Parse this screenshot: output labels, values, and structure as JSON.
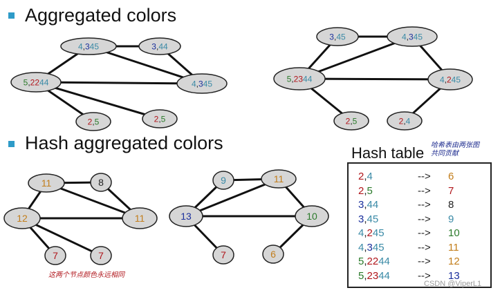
{
  "headings": {
    "aggregated": "Aggregated colors",
    "hash_aggregated": "Hash aggregated colors"
  },
  "colors": {
    "gray": "#222222",
    "red": "#b0151b",
    "green": "#2a7a2a",
    "blue": "#1a2f9c",
    "teal": "#3a8aa6",
    "orange": "#c27d1a",
    "node_fill": "#d6d6d6",
    "bullet": "#2e9bc8"
  },
  "graph1": {
    "nodes": [
      {
        "id": "a",
        "segments": [
          [
            "4",
            "teal"
          ],
          [
            ",",
            "gray"
          ],
          [
            "3",
            "blue"
          ],
          [
            "45",
            "teal"
          ]
        ]
      },
      {
        "id": "b",
        "segments": [
          [
            "3",
            "blue"
          ],
          [
            ",",
            "gray"
          ],
          [
            "44",
            "teal"
          ]
        ]
      },
      {
        "id": "c",
        "segments": [
          [
            "5",
            "green"
          ],
          [
            ",",
            "gray"
          ],
          [
            "22",
            "red"
          ],
          [
            "44",
            "teal"
          ]
        ]
      },
      {
        "id": "d",
        "segments": [
          [
            "4",
            "teal"
          ],
          [
            ",",
            "gray"
          ],
          [
            "3",
            "blue"
          ],
          [
            "45",
            "teal"
          ]
        ]
      },
      {
        "id": "e",
        "segments": [
          [
            "2",
            "red"
          ],
          [
            ",",
            "gray"
          ],
          [
            "5",
            "green"
          ]
        ]
      },
      {
        "id": "f",
        "segments": [
          [
            "2",
            "red"
          ],
          [
            ",",
            "gray"
          ],
          [
            "5",
            "green"
          ]
        ]
      }
    ]
  },
  "graph2": {
    "nodes": [
      {
        "id": "a",
        "segments": [
          [
            "3",
            "blue"
          ],
          [
            ",",
            "gray"
          ],
          [
            "45",
            "teal"
          ]
        ]
      },
      {
        "id": "b",
        "segments": [
          [
            "4",
            "teal"
          ],
          [
            ",",
            "gray"
          ],
          [
            "3",
            "blue"
          ],
          [
            "45",
            "teal"
          ]
        ]
      },
      {
        "id": "c",
        "segments": [
          [
            "5",
            "green"
          ],
          [
            ",",
            "gray"
          ],
          [
            "23",
            "red"
          ],
          [
            "44",
            "teal"
          ]
        ]
      },
      {
        "id": "d",
        "segments": [
          [
            "4",
            "teal"
          ],
          [
            ",",
            "gray"
          ],
          [
            "2",
            "red"
          ],
          [
            "45",
            "teal"
          ]
        ]
      },
      {
        "id": "e",
        "segments": [
          [
            "2",
            "red"
          ],
          [
            ",",
            "gray"
          ],
          [
            "5",
            "green"
          ]
        ]
      },
      {
        "id": "f",
        "segments": [
          [
            "2",
            "red"
          ],
          [
            ",",
            "gray"
          ],
          [
            "4",
            "teal"
          ]
        ]
      }
    ]
  },
  "graph3": {
    "nodes": [
      {
        "id": "a",
        "label": "11",
        "color": "orange"
      },
      {
        "id": "b",
        "label": "8",
        "color": "gray"
      },
      {
        "id": "c",
        "label": "12",
        "color": "orange"
      },
      {
        "id": "d",
        "label": "11",
        "color": "orange"
      },
      {
        "id": "e",
        "label": "7",
        "color": "red"
      },
      {
        "id": "f",
        "label": "7",
        "color": "red"
      }
    ]
  },
  "graph4": {
    "nodes": [
      {
        "id": "a",
        "label": "9",
        "color": "teal"
      },
      {
        "id": "b",
        "label": "11",
        "color": "orange"
      },
      {
        "id": "c",
        "label": "13",
        "color": "blue"
      },
      {
        "id": "d",
        "label": "10",
        "color": "green"
      },
      {
        "id": "e",
        "label": "7",
        "color": "red"
      },
      {
        "id": "f",
        "label": "6",
        "color": "orange"
      }
    ]
  },
  "hash_table": {
    "title": "Hash table",
    "note_line1": "哈希表由两张图",
    "note_line2": "共同贡献",
    "arrow": "-->",
    "rows": [
      {
        "key": [
          [
            "2",
            "red"
          ],
          [
            ",",
            "gray"
          ],
          [
            "4",
            "teal"
          ]
        ],
        "value": "6",
        "value_color": "orange"
      },
      {
        "key": [
          [
            "2",
            "red"
          ],
          [
            ",",
            "gray"
          ],
          [
            "5",
            "green"
          ]
        ],
        "value": "7",
        "value_color": "red"
      },
      {
        "key": [
          [
            "3",
            "blue"
          ],
          [
            ",",
            "gray"
          ],
          [
            "44",
            "teal"
          ]
        ],
        "value": "8",
        "value_color": "gray"
      },
      {
        "key": [
          [
            "3",
            "blue"
          ],
          [
            ",",
            "gray"
          ],
          [
            "45",
            "teal"
          ]
        ],
        "value": "9",
        "value_color": "teal"
      },
      {
        "key": [
          [
            "4",
            "teal"
          ],
          [
            ",",
            "gray"
          ],
          [
            "2",
            "red"
          ],
          [
            "45",
            "teal"
          ]
        ],
        "value": "10",
        "value_color": "green"
      },
      {
        "key": [
          [
            "4",
            "teal"
          ],
          [
            ",",
            "gray"
          ],
          [
            "3",
            "blue"
          ],
          [
            "45",
            "teal"
          ]
        ],
        "value": "11",
        "value_color": "orange"
      },
      {
        "key": [
          [
            "5",
            "green"
          ],
          [
            ",",
            "gray"
          ],
          [
            "22",
            "red"
          ],
          [
            "44",
            "teal"
          ]
        ],
        "value": "12",
        "value_color": "orange"
      },
      {
        "key": [
          [
            "5",
            "green"
          ],
          [
            ",",
            "gray"
          ],
          [
            "23",
            "red"
          ],
          [
            "44",
            "teal"
          ]
        ],
        "value": "13",
        "value_color": "blue"
      }
    ]
  },
  "bottom_note": "这两个节点颜色永远相同",
  "watermark": "CSDN @ViperL1"
}
